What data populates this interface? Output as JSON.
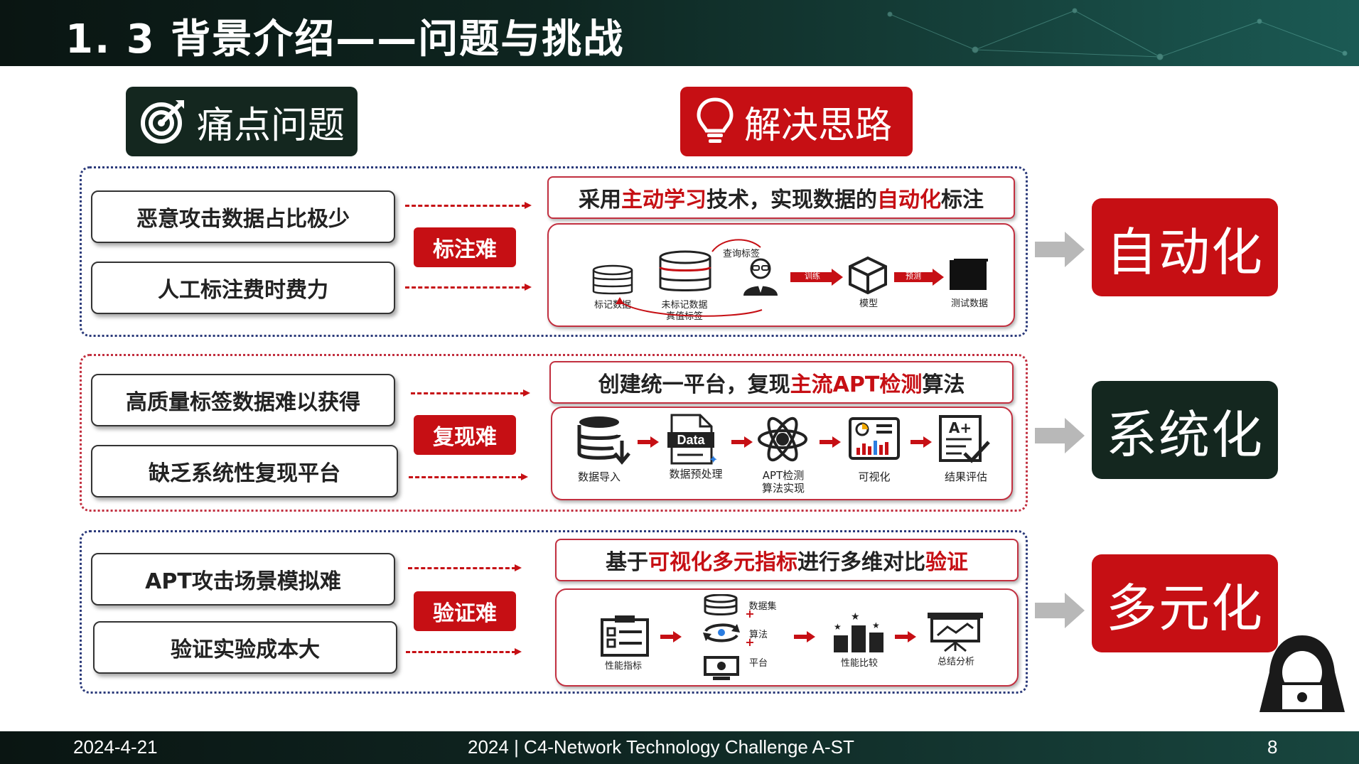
{
  "header": {
    "title": "1. 3  背景介绍——问题与挑战"
  },
  "pills": {
    "pain": "痛点问题",
    "solution": "解决思路"
  },
  "sections": [
    {
      "problems": [
        "恶意攻击数据占比极少",
        "人工标注费时费力"
      ],
      "tag": "标注难",
      "headline": [
        {
          "t": "采用",
          "hl": false
        },
        {
          "t": "主动学习",
          "hl": true
        },
        {
          "t": "技术，实现数据的",
          "hl": false
        },
        {
          "t": "自动化",
          "hl": true
        },
        {
          "t": "标注",
          "hl": false
        }
      ],
      "flow_labels": {
        "labeled": "标记数据",
        "unlabeled": "未标记数据",
        "true_label": "真值标签",
        "query": "查询标签",
        "train": "训练",
        "model": "模型",
        "predict": "预测",
        "test": "测试数据"
      },
      "result": "自动化"
    },
    {
      "problems": [
        "高质量标签数据难以获得",
        "缺乏系统性复现平台"
      ],
      "tag": "复现难",
      "headline": [
        {
          "t": "创建统一平台，复现",
          "hl": false
        },
        {
          "t": "主流APT检测",
          "hl": true
        },
        {
          "t": "算法",
          "hl": false
        }
      ],
      "flow_labels": {
        "import": "数据导入",
        "data_word": "Data",
        "preprocess": "数据预处理",
        "apt1": "APT检测",
        "apt2": "算法实现",
        "viz": "可视化",
        "eval": "结果评估",
        "grade": "A+"
      },
      "result": "系统化"
    },
    {
      "problems": [
        "APT攻击场景模拟难",
        "验证实验成本大"
      ],
      "tag": "验证难",
      "headline": [
        {
          "t": "基于",
          "hl": false
        },
        {
          "t": "可视化多元指标",
          "hl": true
        },
        {
          "t": "进行多维对比",
          "hl": false
        },
        {
          "t": "验证",
          "hl": true
        }
      ],
      "flow_labels": {
        "metrics": "性能指标",
        "dataset": "数据集",
        "algo": "算法",
        "platform": "平台",
        "compare": "性能比较",
        "summary": "总结分析"
      },
      "result": "多元化"
    }
  ],
  "footer": {
    "date": "2024-4-21",
    "event": "2024 | C4-Network Technology Challenge A-ST",
    "page": "8"
  },
  "colors": {
    "red": "#c60f14",
    "dark": "#14271f"
  }
}
